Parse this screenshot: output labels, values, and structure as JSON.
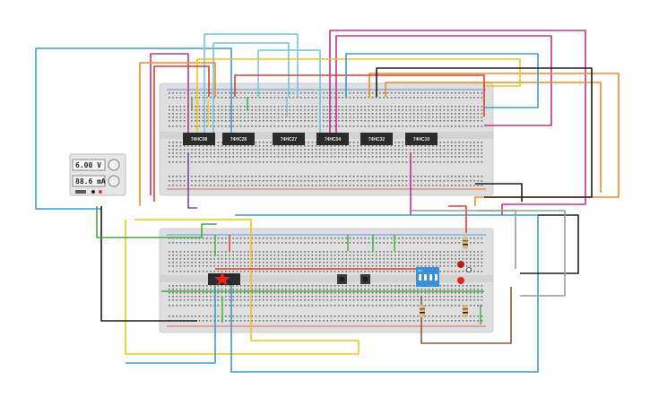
{
  "power_supply": {
    "voltage_label": "6.00 V",
    "current_label": "88.6 mA"
  },
  "chips": [
    {
      "label": "74HC08"
    },
    {
      "label": "74HC28"
    },
    {
      "label": "74HC27"
    },
    {
      "label": "74HC04"
    },
    {
      "label": "74HC32"
    },
    {
      "label": "74HC10"
    }
  ],
  "dip_switch": {
    "label": "ON"
  },
  "colors": {
    "breadboard": "#dcdcdc",
    "chip": "#2b2b2b",
    "led_red": "#e3251f",
    "dip_body": "#3a8fd8",
    "wire_blue": "#3a9bd5",
    "wire_cyan": "#6fc6e0",
    "wire_magenta": "#c0338f",
    "wire_orange": "#f08a1e",
    "wire_yellow": "#f2c417",
    "wire_green": "#3fae3f",
    "wire_red": "#e23a2b",
    "wire_purple": "#7b4aa6",
    "wire_black": "#1d1d1d",
    "wire_gray": "#9a9a9a",
    "wire_brown": "#8a5a3a"
  }
}
